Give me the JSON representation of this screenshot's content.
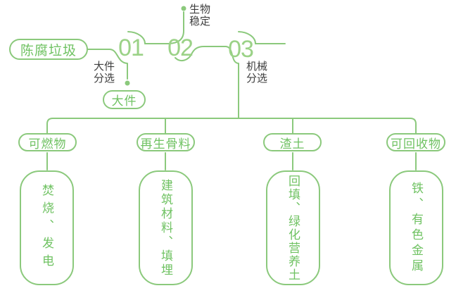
{
  "colors": {
    "background": "#ffffff",
    "line": "#8bc97c",
    "pill_text": "#6fc262",
    "number": "#9bd287",
    "annotation_text": "#3e3e3e"
  },
  "flow": {
    "source_label": "陈腐垃圾",
    "steps": [
      {
        "number": "01",
        "annotation_line1": "大件",
        "annotation_line2": "分选",
        "output_label": "大件"
      },
      {
        "number": "02",
        "annotation_line1": "生物",
        "annotation_line2": "稳定"
      },
      {
        "number": "03",
        "annotation_line1": "机械",
        "annotation_line2": "分选"
      }
    ],
    "branches": [
      {
        "category": "可燃物",
        "result": "焚烧、发电"
      },
      {
        "category": "再生骨料",
        "result": "建筑材料、填埋"
      },
      {
        "category": "渣土",
        "result": "回填、绿化营养土"
      },
      {
        "category": "可回收物",
        "result": "铁、有色金属"
      }
    ]
  }
}
